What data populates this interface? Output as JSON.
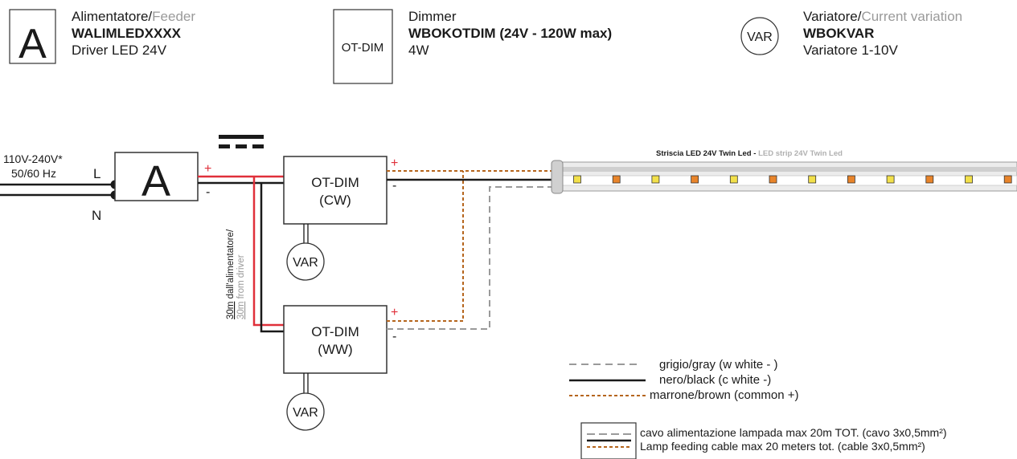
{
  "legend_top": [
    {
      "symbol": "A",
      "title_main": "Alimentatore/",
      "title_alt": "Feeder",
      "code": "WALIMLEDXXXX",
      "desc": "Driver LED 24V"
    },
    {
      "symbol": "OT-DIM",
      "title_main": "Dimmer",
      "title_alt": "",
      "code": "WBOKOTDIM (24V - 120W max)",
      "desc": "4W"
    },
    {
      "symbol": "VAR",
      "title_main": "Variatore/",
      "title_alt": "Current variation",
      "code": "WBOKVAR",
      "desc": "Variatore 1-10V"
    }
  ],
  "mains": {
    "voltage": "110V-240V*",
    "freq": "50/60 Hz",
    "L": "L",
    "N": "N"
  },
  "driver_symbol": "A",
  "dc_symbol": "▬▬▬ / - - -",
  "plus": "+",
  "minus": "-",
  "dimmer1": {
    "line1": "OT-DIM",
    "line2": "(CW)"
  },
  "dimmer2": {
    "line1": "OT-DIM",
    "line2": "(WW)"
  },
  "var_label": "VAR",
  "distance": {
    "it_prefix": "30m",
    "it_rest": " dall'alimentatore/",
    "en_prefix": "30m",
    "en_rest": " from driver"
  },
  "strip_title": {
    "it": "Striscia LED 24V Twin Led - ",
    "en": "LED strip 24V Twin Led"
  },
  "colors": {
    "red": "#e0303a",
    "brown": "#b5651d",
    "gray": "#9a9a9a",
    "black": "#1a1a1a",
    "led_yellow": "#f2e04a",
    "led_orange": "#e8842a"
  },
  "wire_legend": [
    {
      "style": "gray-dashed",
      "label": "grigio/gray (w white - )"
    },
    {
      "style": "black-solid",
      "label": "nero/black (c white -)"
    },
    {
      "style": "brown-dotted",
      "label": "marrone/brown (common +)"
    }
  ],
  "cable_note": {
    "line1": "cavo alimentazione lampada max 20m TOT. (cavo 3x0,5mm²)",
    "line2": "Lamp feeding cable max 20 meters tot. (cable 3x0,5mm²)"
  }
}
